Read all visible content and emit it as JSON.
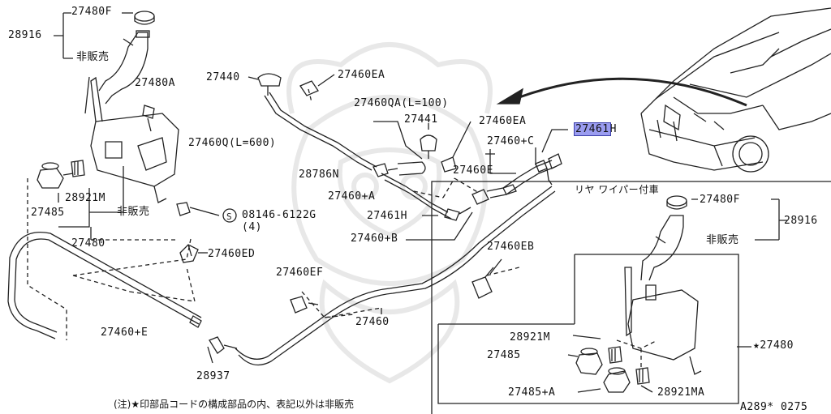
{
  "labels": {
    "p27480F_top": "27480F",
    "p28916_left": "28916",
    "not_for_sale_1": "非販売",
    "p27480A": "27480A",
    "p27440": "27440",
    "p27460EA_top": "27460EA",
    "p27460QA": "27460QA(L=100)",
    "p27441": "27441",
    "p27460EA_mid": "27460EA",
    "p27461_prefix": "27461",
    "p27461_suffix": "H",
    "p27460Q": "27460Q(L=600)",
    "p27460C": "27460+C",
    "p28786N": "28786N",
    "p27460E": "27460E",
    "p27460A": "27460+A",
    "p28921M_left": "28921M",
    "p27485_left": "27485",
    "not_for_sale_2": "非販売",
    "bolt_code": "08146-6122G",
    "bolt_qty": "(4)",
    "p27461H": "27461H",
    "p27460B": "27460+B",
    "p27480": "27480",
    "p27460ED": "27460ED",
    "p27460EB": "27460EB",
    "p27460EF": "27460EF",
    "p27460": "27460",
    "p27460E_plus": "27460+E",
    "p28937": "28937",
    "rear_wiper": "リヤ ワイパー付車",
    "p27480F_right": "27480F",
    "p28916_right": "28916",
    "not_for_sale_3": "非販売",
    "p28921M_right": "28921M",
    "p27485_right": "27485",
    "star_27480": "★27480",
    "p27485A": "27485+A",
    "p28921MA": "28921MA",
    "footer_note": "(注)★印部品コードの構成部品の内、表記以外は非販売",
    "diagram_code": "A289* 0275"
  },
  "colors": {
    "line": "#222222",
    "highlight": "#9a9cf0",
    "watermark": "#e6e6e6"
  }
}
